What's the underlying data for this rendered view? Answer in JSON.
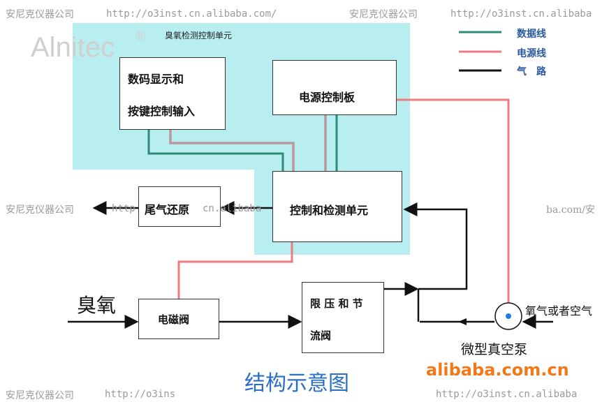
{
  "watermarks": {
    "company": "安尼克仪器公司",
    "url": "http://o3inst.cn.alibaba.com/",
    "url_right": "http://o3inst.cn.alibaba",
    "brand": "Alnitec",
    "brand_reg": "®",
    "mid_left": "安尼克仪器公司",
    "mid_url1": "http",
    "mid_url2": "cn.alibaba",
    "mid_right": "ba.com/安",
    "bottom_company": "安尼克仪器公司",
    "bottom_url": "http://o3ins",
    "bottom_url_right": "http://o3inst.cn.alibaba"
  },
  "panel_title": "臭氧检测控制单元",
  "legend": [
    {
      "label": "数据线",
      "color": "#2e8b74"
    },
    {
      "label": "电源线",
      "color": "#f07a82"
    },
    {
      "label": "气　路",
      "color": "#111111"
    }
  ],
  "boxes": {
    "display": [
      "数码显示和",
      "按键控制输入"
    ],
    "power": "电源控制板",
    "control": "控制和检测单元",
    "exhaust": "尾气还原",
    "valve": "电磁阀",
    "limiter": [
      "限 压 和 节",
      "流阀"
    ]
  },
  "labels": {
    "ozone": "臭氧",
    "pump": "微型真空泵",
    "oxygen": "氧气或者空气"
  },
  "title": "结构示意图",
  "site_logo": "alibaba.com.cn"
}
